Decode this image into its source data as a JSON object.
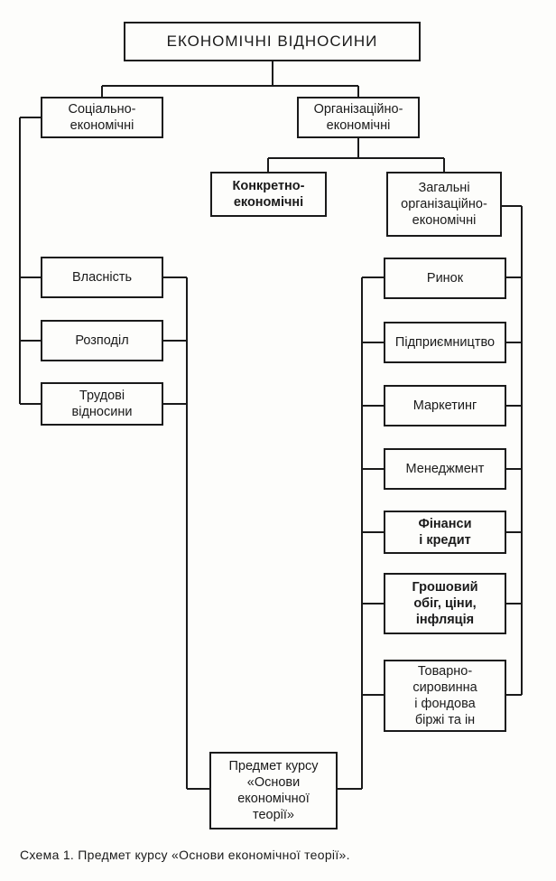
{
  "boxes": {
    "root": "ЕКОНОМІЧНІ ВІДНОСИНИ",
    "socio": "Соціально-\nекономічні",
    "org": "Організаційно-\nекономічні",
    "concrete": "Конкретно-\nекономічні",
    "general": "Загальні\nорганізаційно-\nекономічні",
    "ownership": "Власність",
    "distribution": "Розподіл",
    "labor": "Трудові\nвідносини",
    "market": "Ринок",
    "entrepreneurship": "Підприємництво",
    "marketing": "Маркетинг",
    "management": "Менеджмент",
    "finance": "Фінанси\nі кредит",
    "money": "Грошовий\nобіг, ціни,\nінфляція",
    "exchange": "Товарно-\nсировинна\nі фондова\nбіржі та ін",
    "subject": "Предмет курсу\n«Основи\nекономічної\nтеорії»"
  },
  "caption": "Схема 1. Предмет курсу «Основи економічної теорії»."
}
